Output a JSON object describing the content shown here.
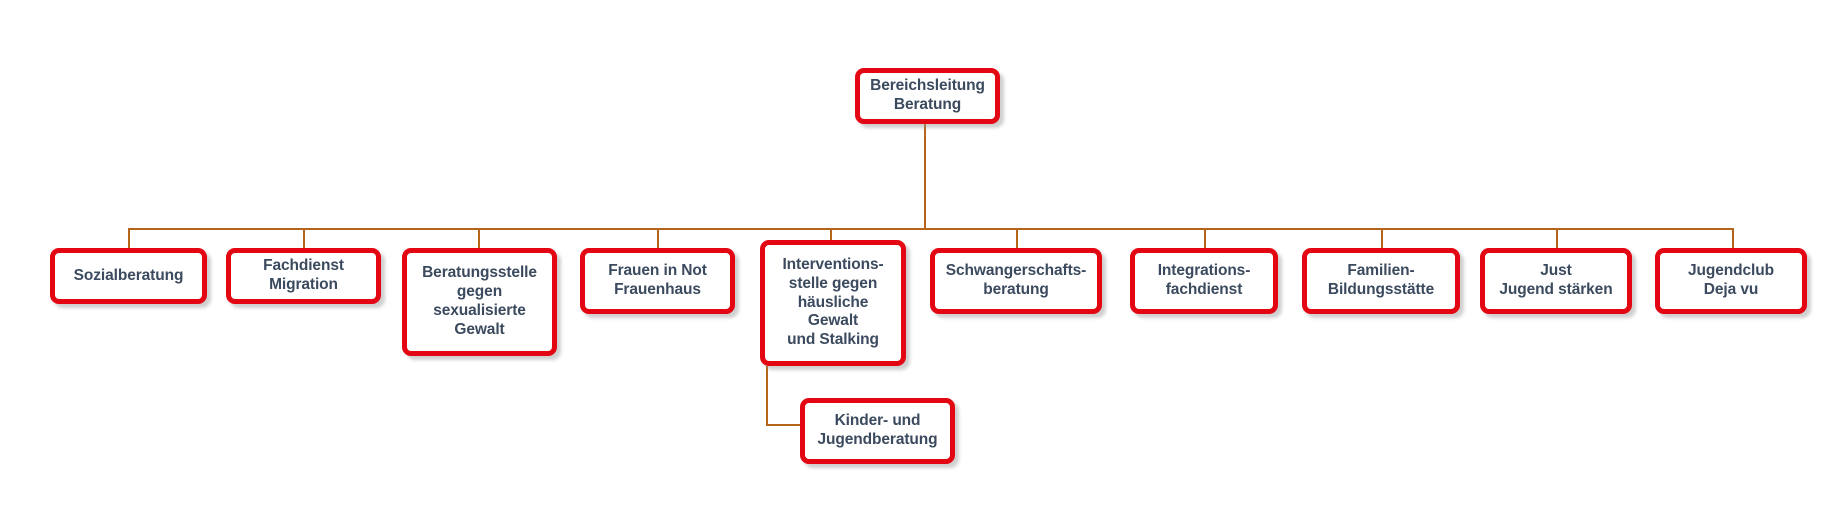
{
  "diagram": {
    "type": "org-chart",
    "title": "Bereichsleitung Beratung",
    "colors": {
      "box_border": "#E30613",
      "box_fill": "#FFFFFF",
      "text": "#3B4A5E",
      "connector": "#B4651A",
      "background": "#FFFFFF"
    },
    "root": {
      "id": "bereichsleitung-beratung",
      "label": "Bereichsleitung\nBeratung"
    },
    "children": [
      {
        "id": "sozialberatung",
        "label": "Sozialberatung"
      },
      {
        "id": "fachdienst-migration",
        "label": "Fachdienst\nMigration"
      },
      {
        "id": "beratungsstelle-gegen-sexualisierte-gewalt",
        "label": "Beratungsstelle\ngegen\nsexualisierte\nGewalt"
      },
      {
        "id": "frauen-in-not-frauenhaus",
        "label": "Frauen in Not\nFrauenhaus"
      },
      {
        "id": "interventionsstelle",
        "label": "Interventions-\nstelle gegen\nhäusliche\nGewalt\nund Stalking"
      },
      {
        "id": "schwangerschaftsberatung",
        "label": "Schwangerschafts-\nberatung"
      },
      {
        "id": "integrationsfachdienst",
        "label": "Integrations-\nfachdienst"
      },
      {
        "id": "familien-bildungsstaette",
        "label": "Familien-\nBildungsstätte"
      },
      {
        "id": "just-jugend-staerken",
        "label": "Just\nJugend stärken"
      },
      {
        "id": "jugendclub-deja-vu",
        "label": "Jugendclub\nDeja vu"
      }
    ],
    "sub_children": [
      {
        "id": "kinder-und-jugendberatung",
        "label": "Kinder- und\nJugendberatung",
        "parent": "interventionsstelle"
      }
    ]
  }
}
